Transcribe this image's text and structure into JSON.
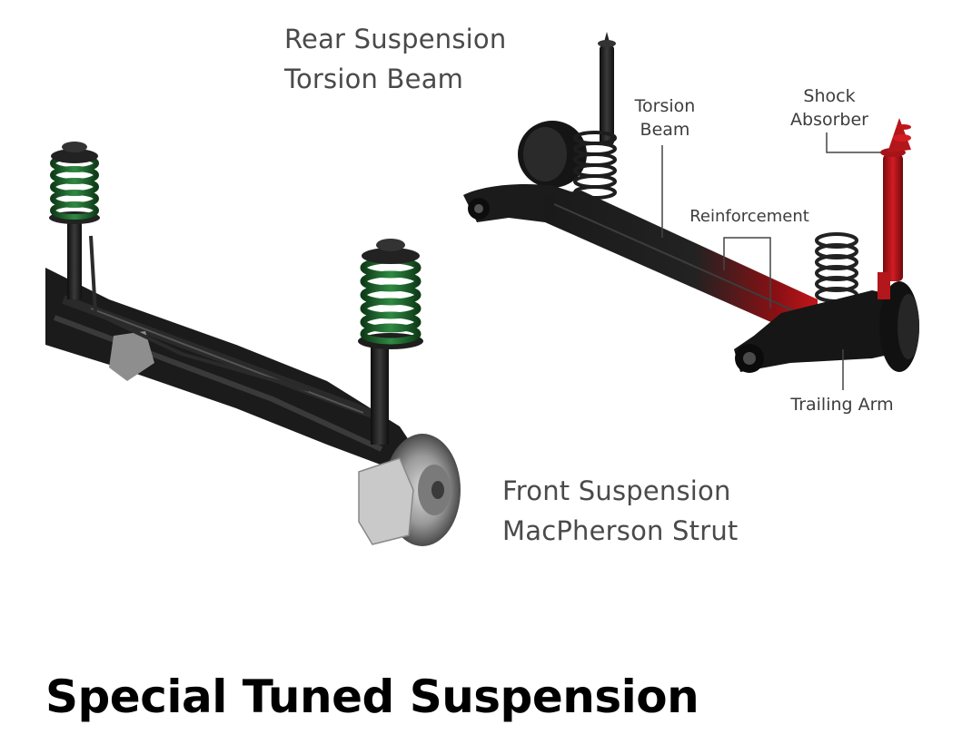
{
  "rear_title": {
    "line1": "Rear Suspension",
    "line2": "Torsion Beam"
  },
  "front_title": {
    "line1": "Front Suspension",
    "line2": "MacPherson Strut"
  },
  "labels": {
    "torsion_beam": {
      "line1": "Torsion",
      "line2": "Beam"
    },
    "shock_absorber": {
      "line1": "Shock",
      "line2": "Absorber"
    },
    "reinforcement": "Reinforcement",
    "trailing_arm": "Trailing Arm"
  },
  "heading": "Special Tuned Suspension",
  "colors": {
    "spring_green": "#1f6b2e",
    "highlight_red": "#b3161b",
    "metal_dark": "#1c1c1c"
  }
}
